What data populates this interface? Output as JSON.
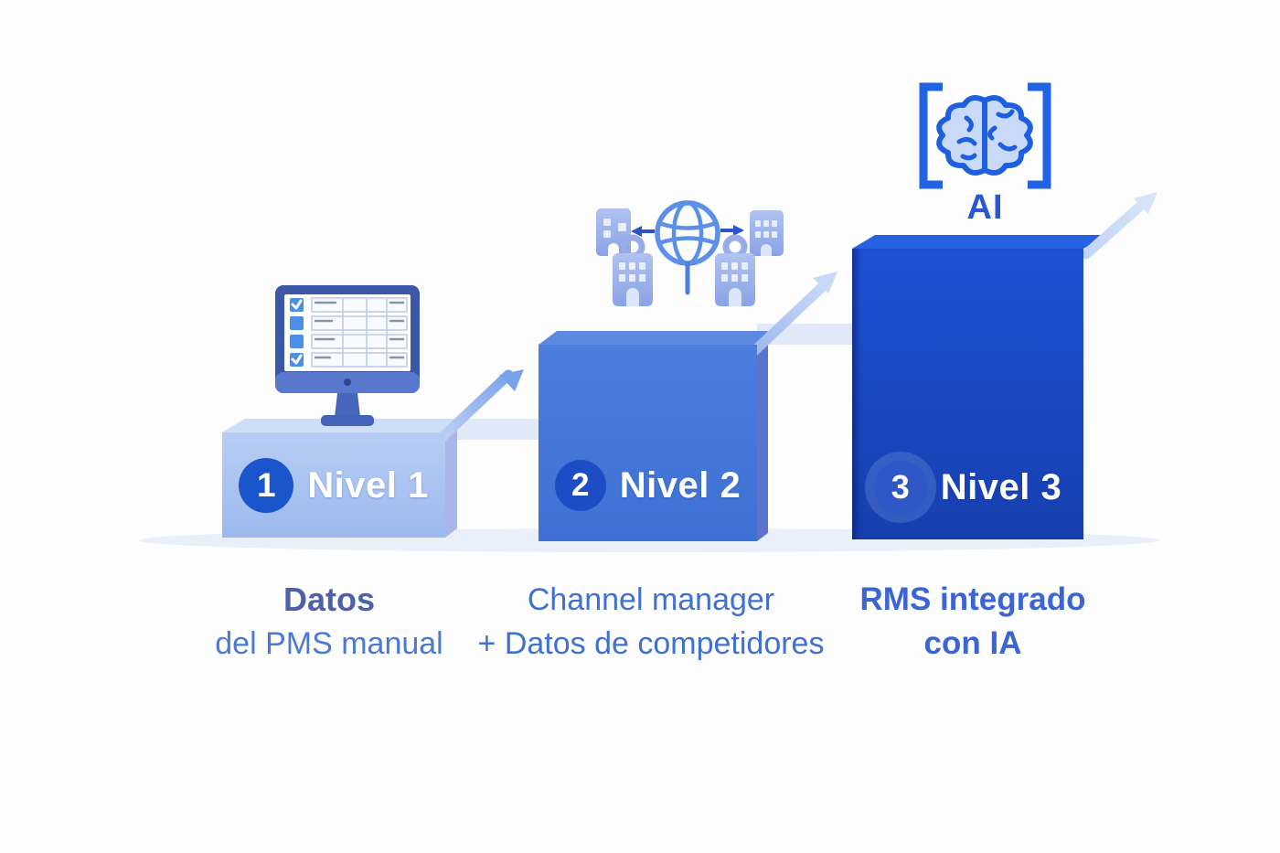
{
  "diagram": {
    "type": "stairs-progression",
    "description": "Three ascending steps showing revenue-management maturity levels",
    "levels": [
      {
        "number": "1",
        "label": "Nivel 1",
        "caption_line1": "Datos",
        "caption_line2": "del PMS manual",
        "icon": "monitor-spreadsheet-icon",
        "block_color": "#9db9ed",
        "badge_color": "#1b55cb"
      },
      {
        "number": "2",
        "label": "Nivel 2",
        "caption_line1": "Channel manager",
        "caption_line2": "+ Datos de competidores",
        "icon": "globe-network-buildings-icon",
        "block_color": "#4478da",
        "badge_color": "#1d4dc5"
      },
      {
        "number": "3",
        "label": "Nivel 3",
        "caption_line1": "RMS integrado",
        "caption_line2": "con IA",
        "icon": "ai-brain-brackets-icon",
        "block_color": "#1b4cc8",
        "badge_color": "#2e57c8"
      }
    ],
    "ai_icon_label": "AI",
    "icons": [
      "monitor-spreadsheet-icon",
      "globe-network-buildings-icon",
      "ai-brain-brackets-icon",
      "growth-arrow-icon"
    ],
    "colors": {
      "background": "#fdfdfd",
      "block1_front": "#9db9ed",
      "block1_top": "#cedef7",
      "block1_side": "#aab6e9",
      "block2_front": "#4478da",
      "block2_top": "#5d89e2",
      "block2_side": "#5c74cf",
      "block3_front": "#1b4cc8",
      "block3_top": "#2563e2",
      "badge1": "#1b55cb",
      "badge2": "#1d4dc5",
      "badge3": "#2e57c8",
      "arrow1": "#7aa2ec",
      "arrow2": "#b0c8f2",
      "arrow3": "#cddef8",
      "ghost_band": "#dfe9f8",
      "ground_shadow": "#e9f0fa",
      "caption1_title": "#4d60a9",
      "caption1_body": "#4b7ad4",
      "caption2_text": "#4070d4",
      "caption3_text": "#3b64d4",
      "ai_text": "#2857d4",
      "level_text": "#ffffff"
    }
  }
}
